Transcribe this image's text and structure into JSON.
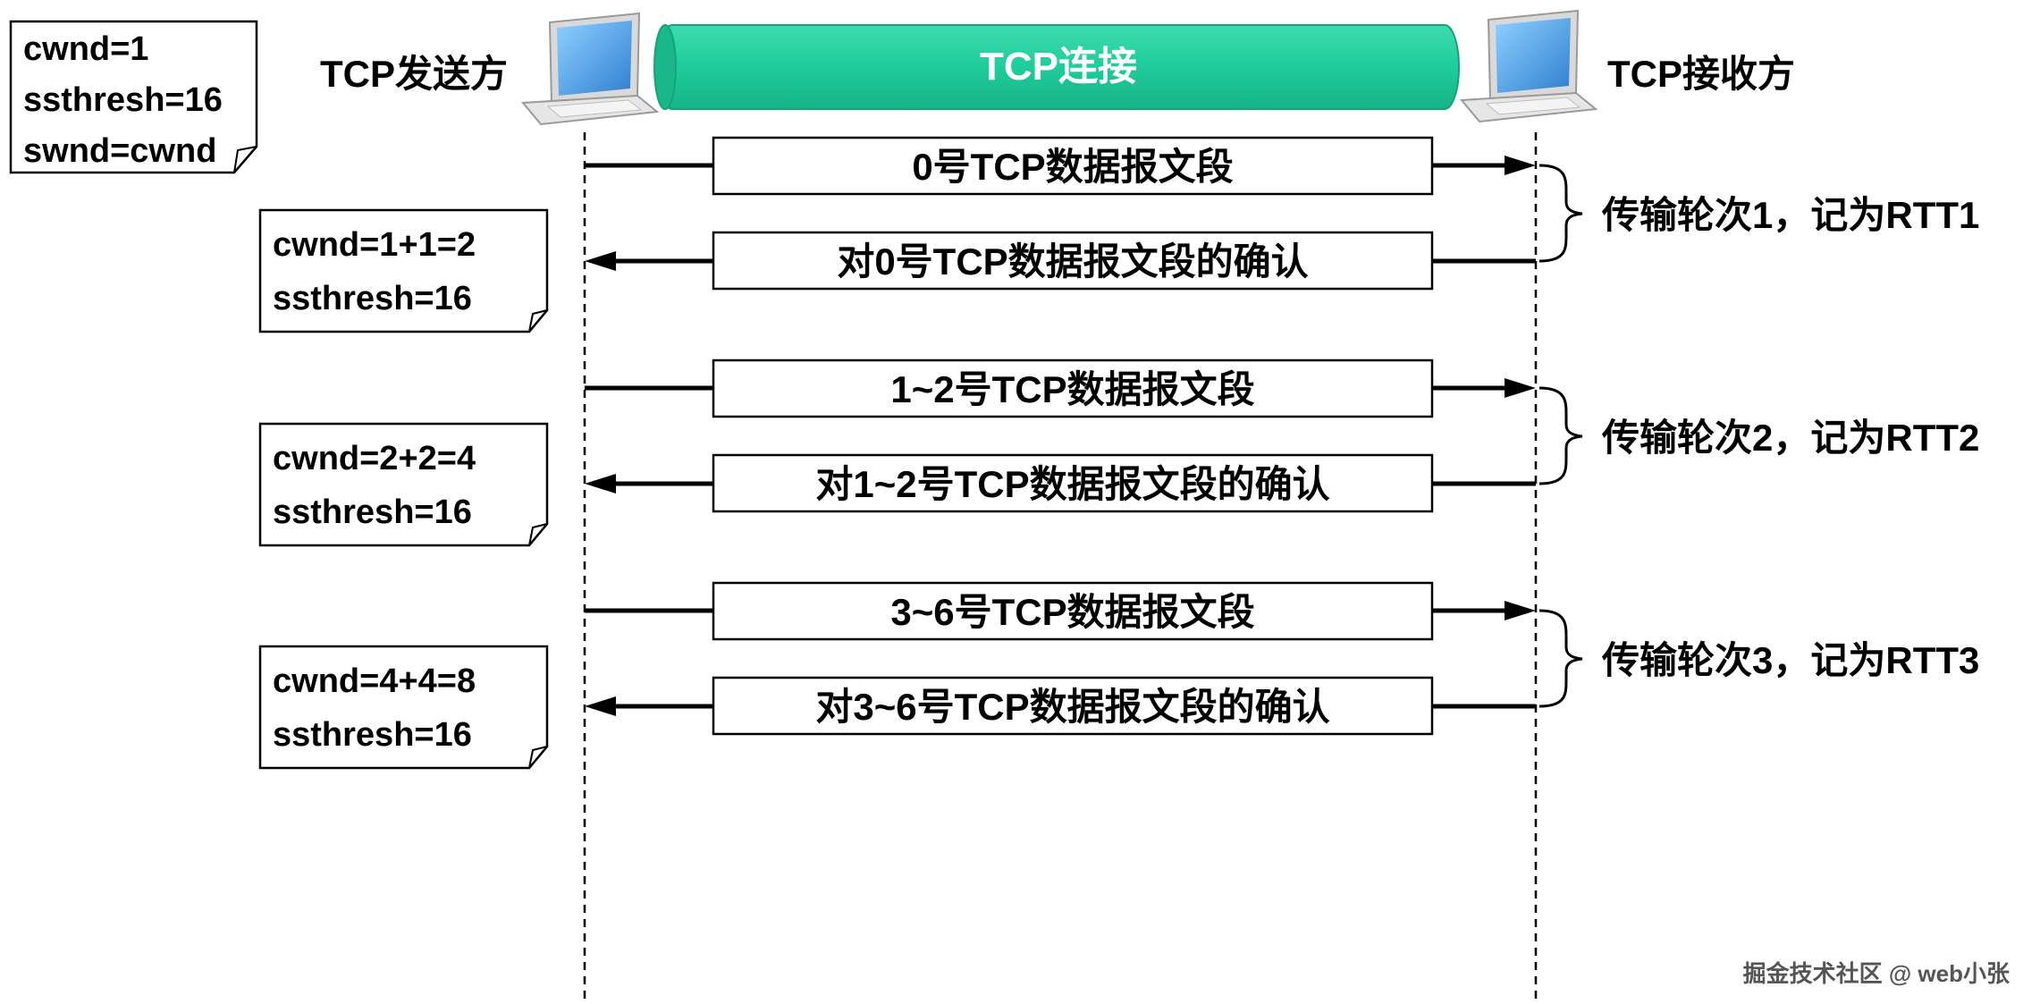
{
  "sender_label": "TCP发送方",
  "receiver_label": "TCP接收方",
  "connection_label": "TCP连接",
  "initial_note": [
    "cwnd=1",
    "ssthresh=16",
    "swnd=cwnd"
  ],
  "rounds": [
    {
      "data_segment": "0号TCP数据报文段",
      "ack_segment": "对0号TCP数据报文段的确认",
      "rtt_label": "传输轮次1，记为RTT1",
      "note": [
        "cwnd=1+1=2",
        "ssthresh=16"
      ]
    },
    {
      "data_segment": "1~2号TCP数据报文段",
      "ack_segment": "对1~2号TCP数据报文段的确认",
      "rtt_label": "传输轮次2，记为RTT2",
      "note": [
        "cwnd=2+2=4",
        "ssthresh=16"
      ]
    },
    {
      "data_segment": "3~6号TCP数据报文段",
      "ack_segment": "对3~6号TCP数据报文段的确认",
      "rtt_label": "传输轮次3，记为RTT3",
      "note": [
        "cwnd=4+4=8",
        "ssthresh=16"
      ]
    }
  ],
  "watermark": "掘金技术社区 @ web小张",
  "colors": {
    "connection_fill": "#1fcc9b",
    "connection_text": "#ffffff",
    "line": "#000000",
    "laptop_screen": "#3f9be5"
  }
}
